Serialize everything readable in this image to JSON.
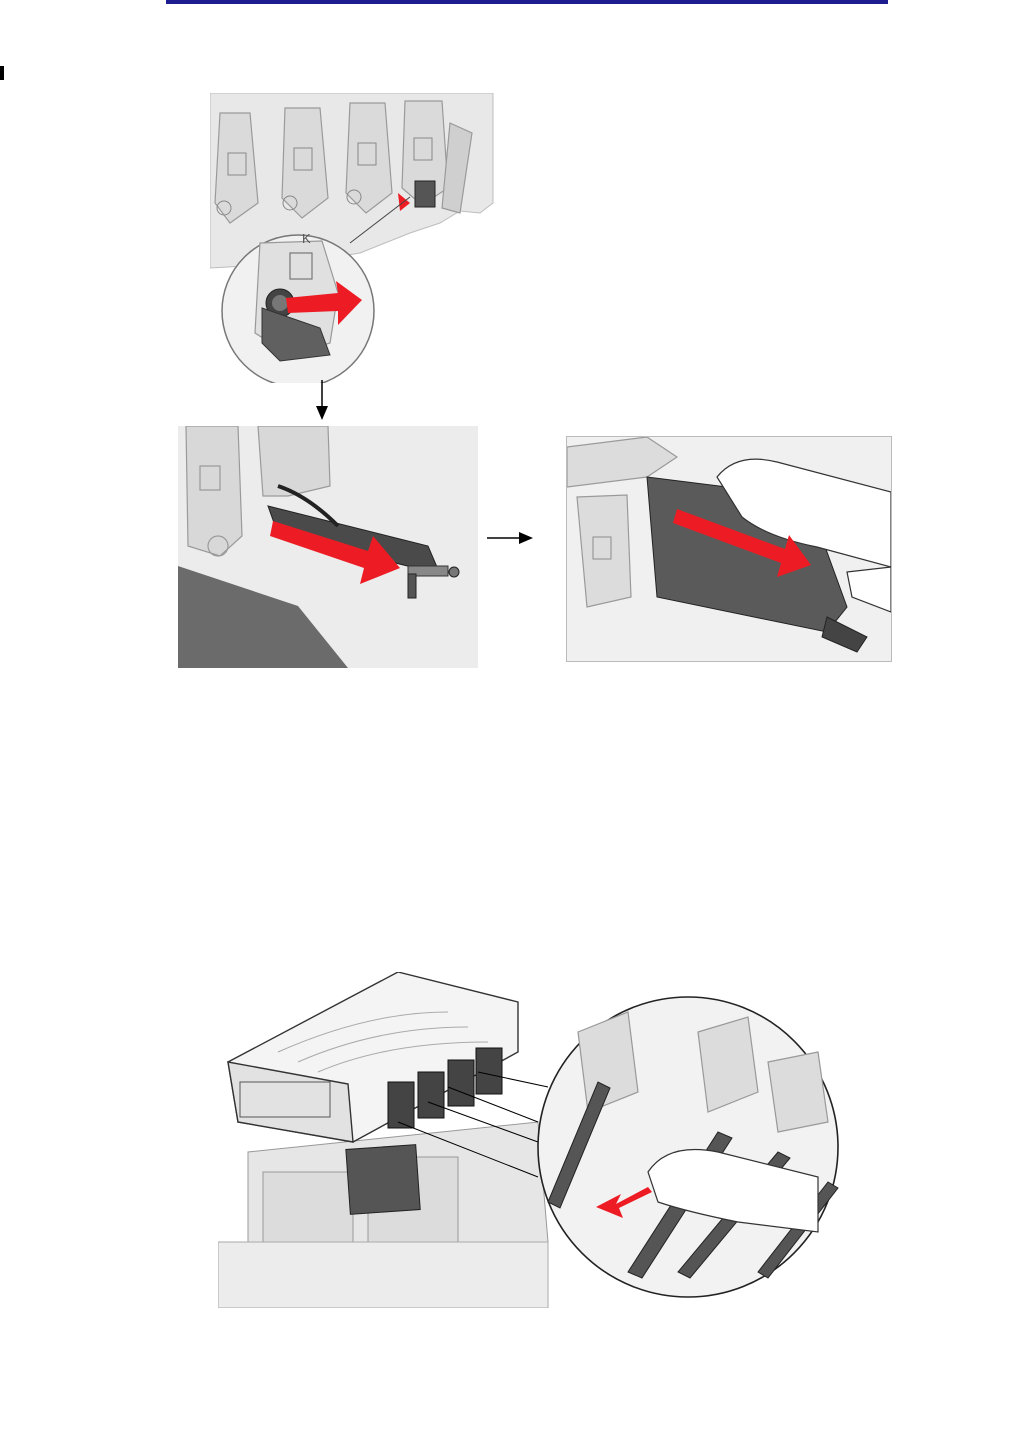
{
  "header": {
    "rule_color": "#1d1d8f",
    "change_bar_color": "#000000"
  },
  "figures": {
    "step_release_lever": {
      "icon": "printer-unlock-lever-illustration",
      "slot_label": "K",
      "arrow_color": "#ed1c24"
    },
    "step_slide_out_cartridge": {
      "icon": "pull-out-cartridge-illustration",
      "arrow_color": "#ed1c24"
    },
    "step_remove_cartridge": {
      "icon": "hand-remove-cartridge-illustration",
      "arrow_color": "#ed1c24"
    },
    "step_clean_lens": {
      "icon": "clean-printhead-lens-illustration",
      "arrow_color": "#ed1c24"
    }
  }
}
